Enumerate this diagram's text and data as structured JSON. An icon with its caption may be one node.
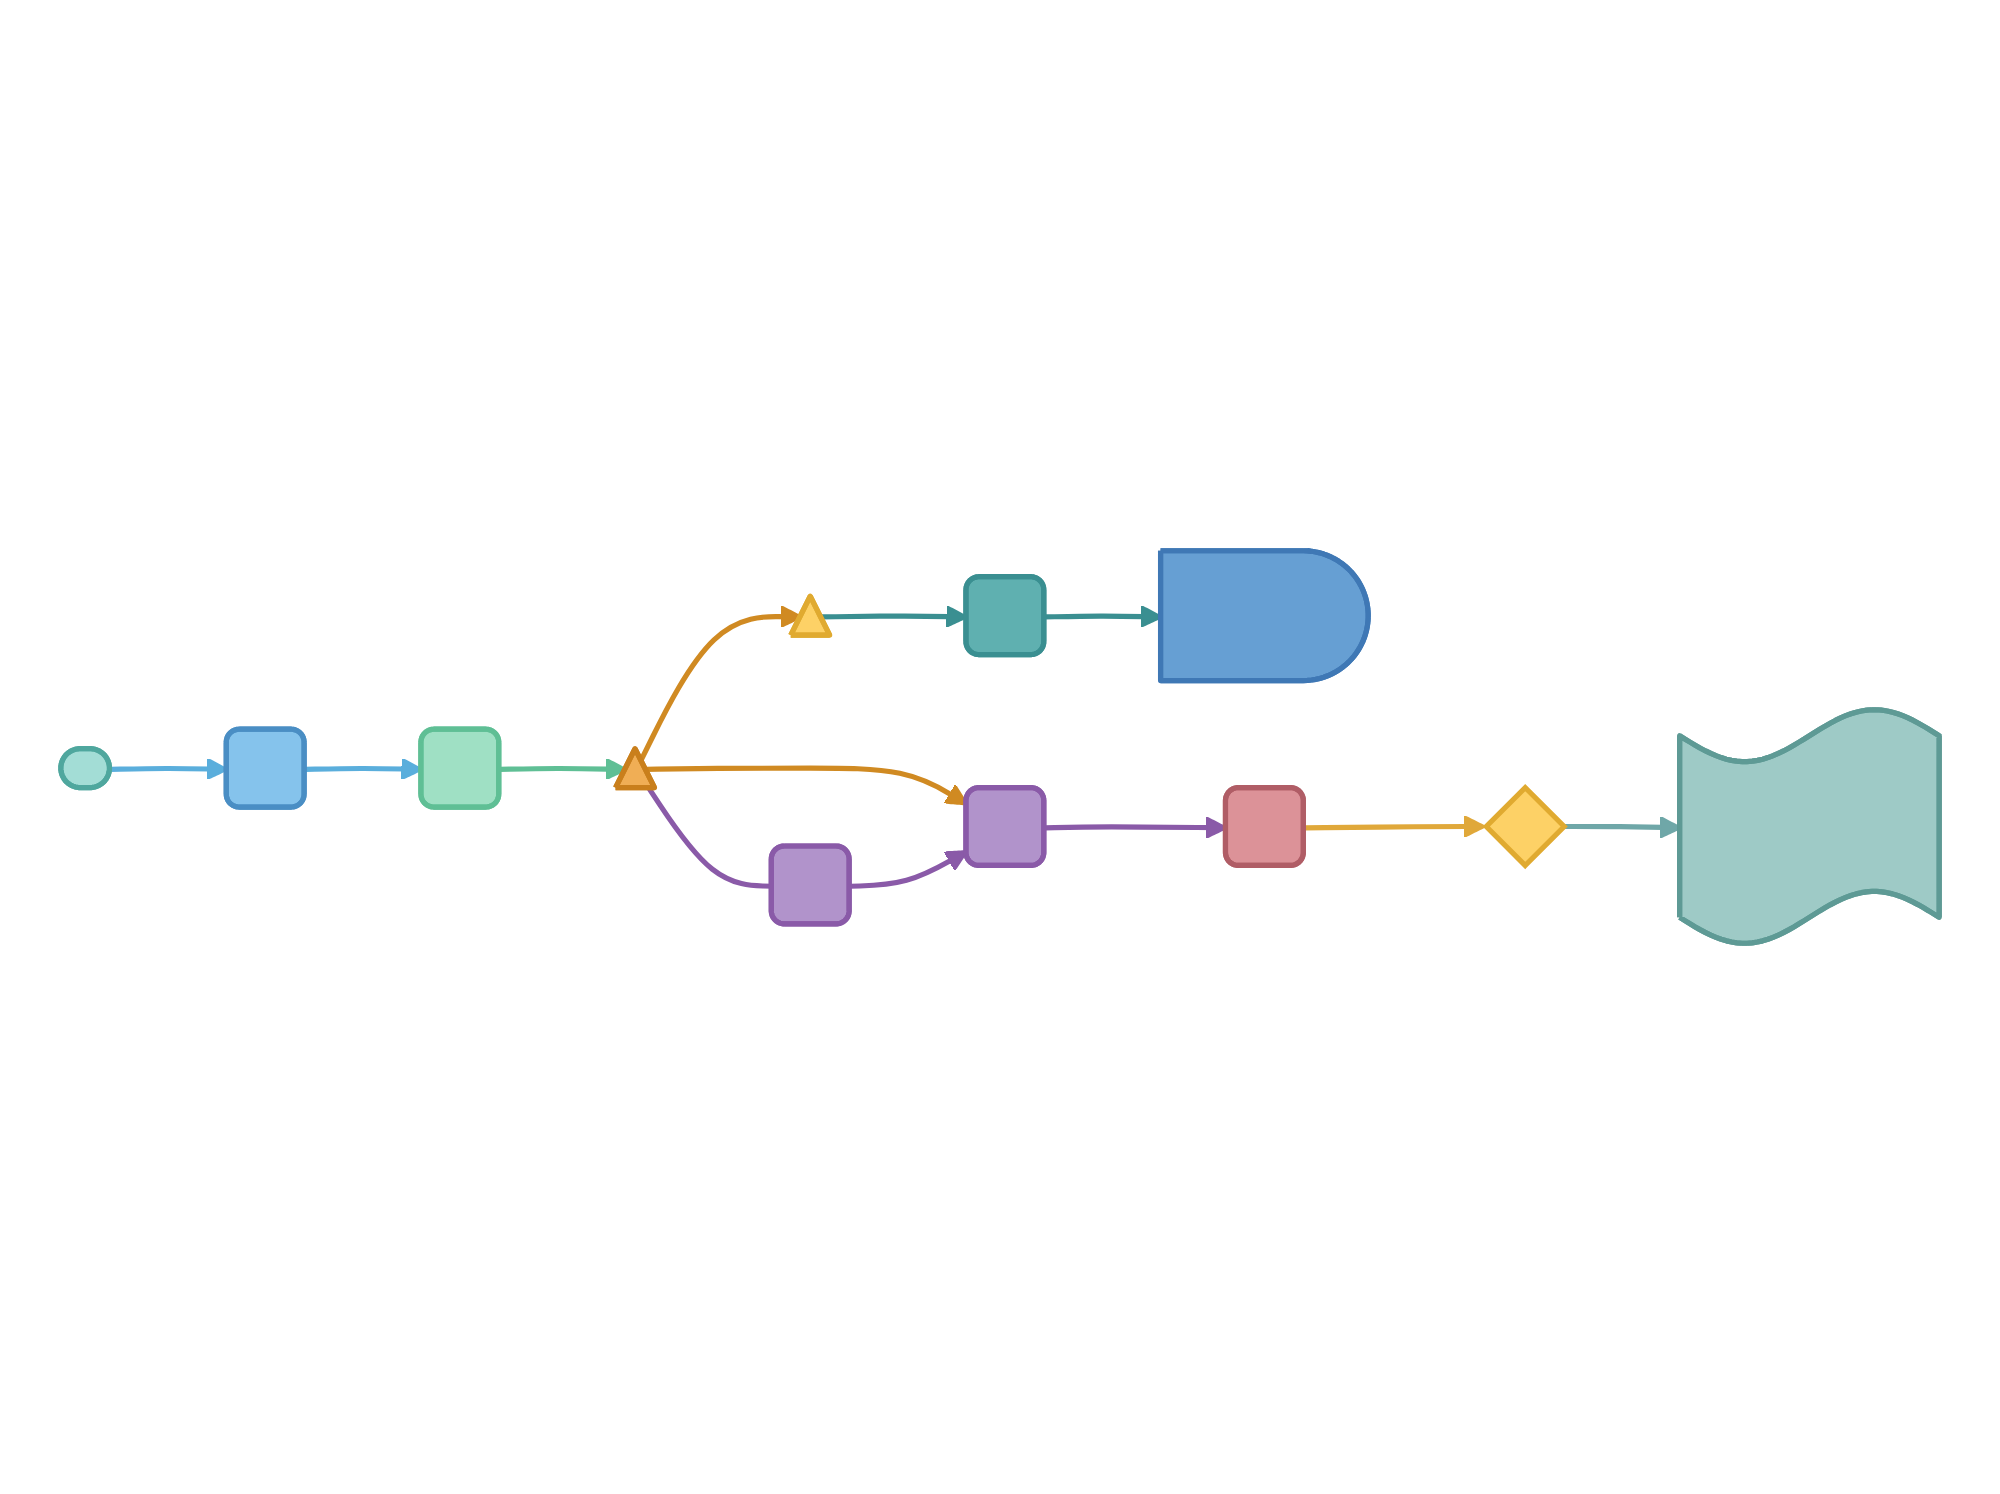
{
  "diagram": {
    "nodes": [
      {
        "text": [],
        "shape": "pill"
      },
      {
        "text": [],
        "shape": "box"
      },
      {
        "text": [],
        "shape": "box"
      },
      {
        "text": [],
        "shape": "triangle"
      },
      {
        "text": [],
        "shape": "triangle"
      },
      {
        "text": [],
        "shape": "box"
      },
      {
        "text": [],
        "shape": "delay"
      },
      {
        "text": [],
        "shape": "box"
      },
      {
        "text": [],
        "shape": "box"
      },
      {
        "text": [],
        "shape": "box"
      },
      {
        "text": [],
        "shape": "diamond"
      },
      {
        "text": [],
        "shape": "tag"
      }
    ],
    "edges": [
      {
        "from": 0,
        "to": 1,
        "arrow": "to",
        "color": "#5aaedc"
      },
      {
        "from": 1,
        "to": 2,
        "arrow": "to",
        "color": "#5aaedc"
      },
      {
        "from": 2,
        "to": 3,
        "arrow": "to",
        "color": "#5fbf95"
      },
      {
        "from": 3,
        "to": 4,
        "arrow": "to",
        "color": "#d08a22"
      },
      {
        "from": 3,
        "to": 7,
        "arrow": "to",
        "color": "#d08a22"
      },
      {
        "from": 3,
        "to": 8,
        "arrow": "none",
        "color": "#8a5aa8"
      },
      {
        "from": 8,
        "to": 7,
        "arrow": "to",
        "color": "#8a5aa8"
      },
      {
        "from": 4,
        "to": 5,
        "arrow": "to",
        "color": "#3a8f91"
      },
      {
        "from": 5,
        "to": 6,
        "arrow": "to",
        "color": "#3a8f91"
      },
      {
        "from": 7,
        "to": 9,
        "arrow": "to",
        "color": "#8a5aa8"
      },
      {
        "from": 9,
        "to": 10,
        "arrow": "to",
        "color": "#e0a83a"
      },
      {
        "from": 10,
        "to": 11,
        "arrow": "to",
        "color": "#6fa7a8"
      }
    ]
  }
}
